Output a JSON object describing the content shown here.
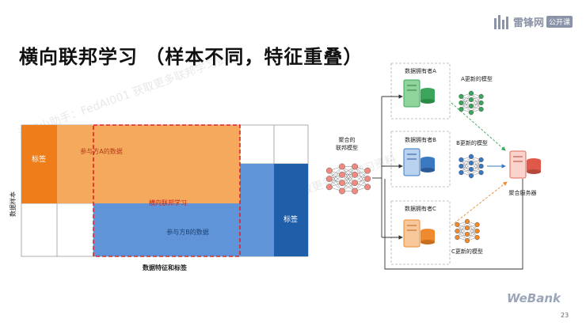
{
  "slide": {
    "title": "横向联邦学习 （样本不同，特征重叠）",
    "page_number": "23"
  },
  "brand": {
    "name": "雷锋网",
    "badge": "公开课"
  },
  "footer": {
    "logo": "WeBank"
  },
  "watermark": {
    "line1": "添加小助手：FedAI001 获取更多联邦学习资料",
    "line2": "添加小助手：FedAI001 获取更多联邦学习资料"
  },
  "left_diagram": {
    "y_axis_label": "数据样本",
    "x_axis_label": "数据特征和标签",
    "label_a": "标签",
    "label_b": "标签",
    "party_a": "参与方A的数据",
    "party_b": "参与方B的数据",
    "center": "横向联邦学习",
    "colors": {
      "label_a": "#ef7d1a",
      "data_a": "#f5a95c",
      "label_b": "#1f5ea8",
      "data_b": "#5f95d8",
      "dashed": "#e0242a"
    }
  },
  "right_diagram": {
    "owner_a": "数据拥有者A",
    "owner_b": "数据拥有者B",
    "owner_c": "数据拥有者C",
    "model_a": "A更新的模型",
    "model_b": "B更新的模型",
    "model_c": "C更新的模型",
    "federated_model_line1": "聚合的",
    "federated_model_line2": "联邦模型",
    "server": "聚合服务器",
    "colors": {
      "green": "#3ba55c",
      "blue": "#3a78c2",
      "orange": "#ef8a2e",
      "federated": "#f08a7e"
    }
  }
}
